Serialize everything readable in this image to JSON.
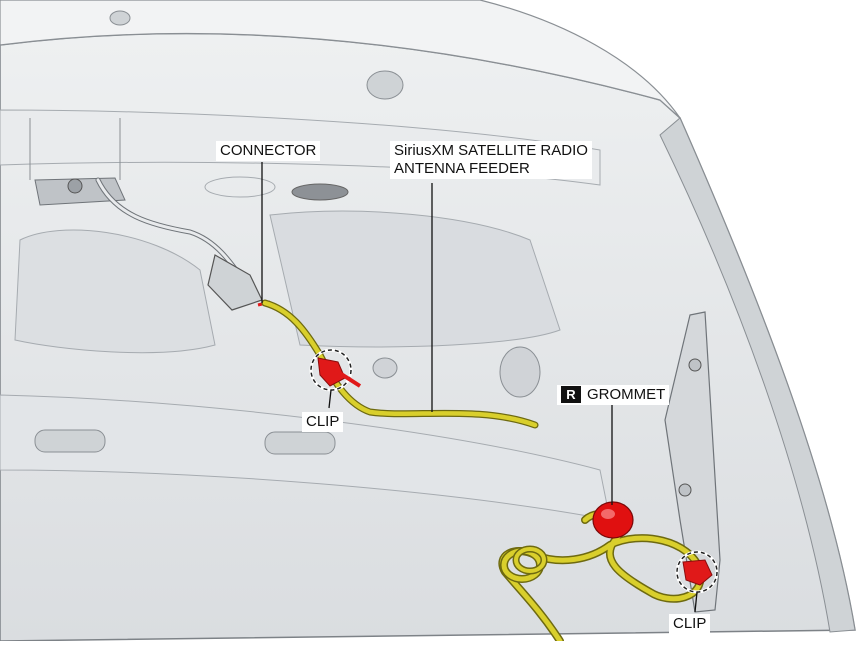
{
  "labels": {
    "connector": "CONNECTOR",
    "feeder_line1": "SiriusXM SATELLITE RADIO",
    "feeder_line2": "ANTENNA FEEDER",
    "clip_left": "CLIP",
    "clip_right": "CLIP",
    "grommet_badge": "R",
    "grommet": "GROMMET"
  },
  "colors": {
    "panel": "#e4e6e8",
    "panel_shadow": "#b9bdc1",
    "cable": "#d9cf2c",
    "cable_edge": "#6e6a10",
    "clip": "#e01919",
    "grommet": "#e01010"
  }
}
